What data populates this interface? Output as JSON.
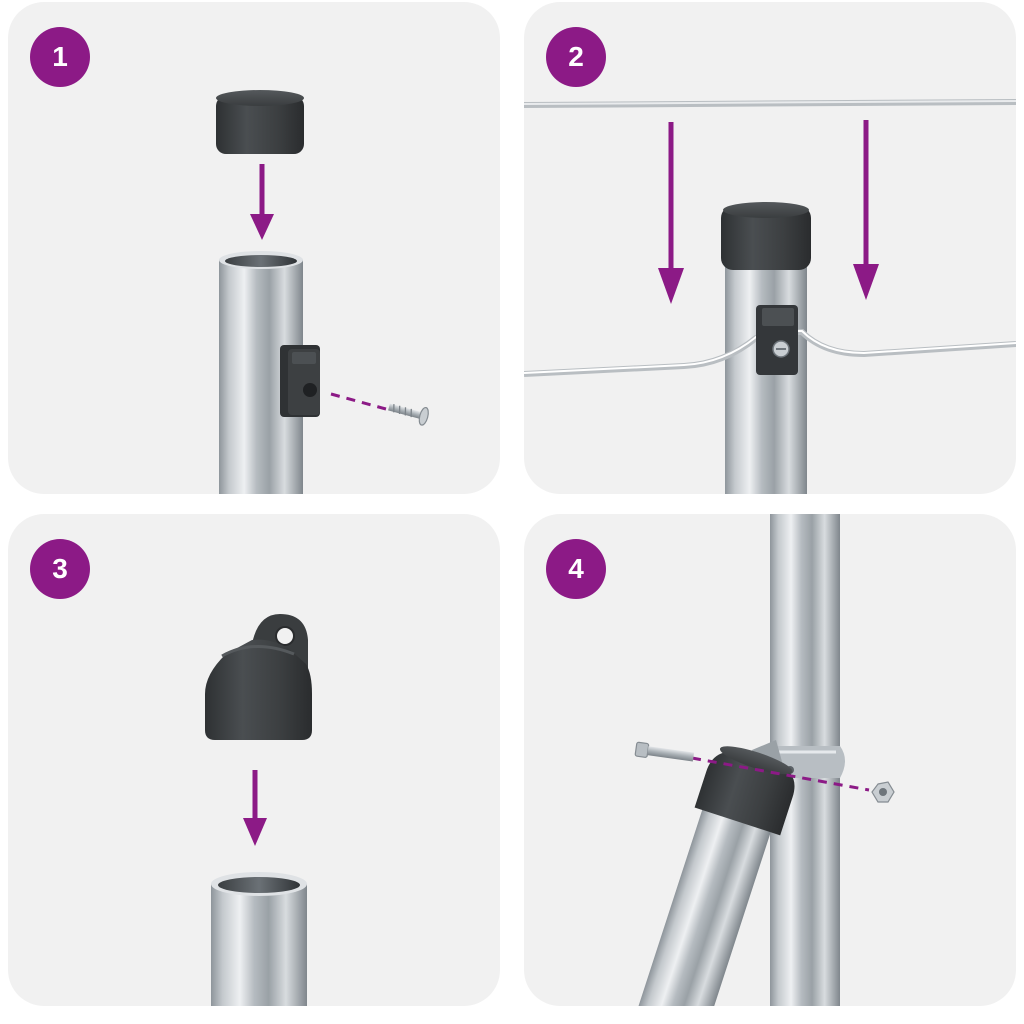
{
  "colors": {
    "panel_background": "#f1f1f1",
    "badge": "#8c1a86",
    "arrow": "#8c1a86",
    "cap": "#3d4042",
    "pipe_light": "#e6e9ec",
    "pipe_dark": "#8e959b"
  },
  "steps": [
    {
      "number": "1",
      "icons": [
        "end-cap-icon",
        "down-arrow-icon",
        "pipe-icon",
        "wire-clamp-icon",
        "screw-icon"
      ]
    },
    {
      "number": "2",
      "icons": [
        "tension-wire-icon",
        "down-arrow-icon",
        "capped-post-icon",
        "wire-clamp-icon"
      ]
    },
    {
      "number": "3",
      "icons": [
        "eye-cap-icon",
        "down-arrow-icon",
        "pipe-icon"
      ]
    },
    {
      "number": "4",
      "icons": [
        "post-icon",
        "brace-pipe-icon",
        "pipe-clamp-icon",
        "bolt-icon",
        "nut-icon"
      ]
    }
  ]
}
